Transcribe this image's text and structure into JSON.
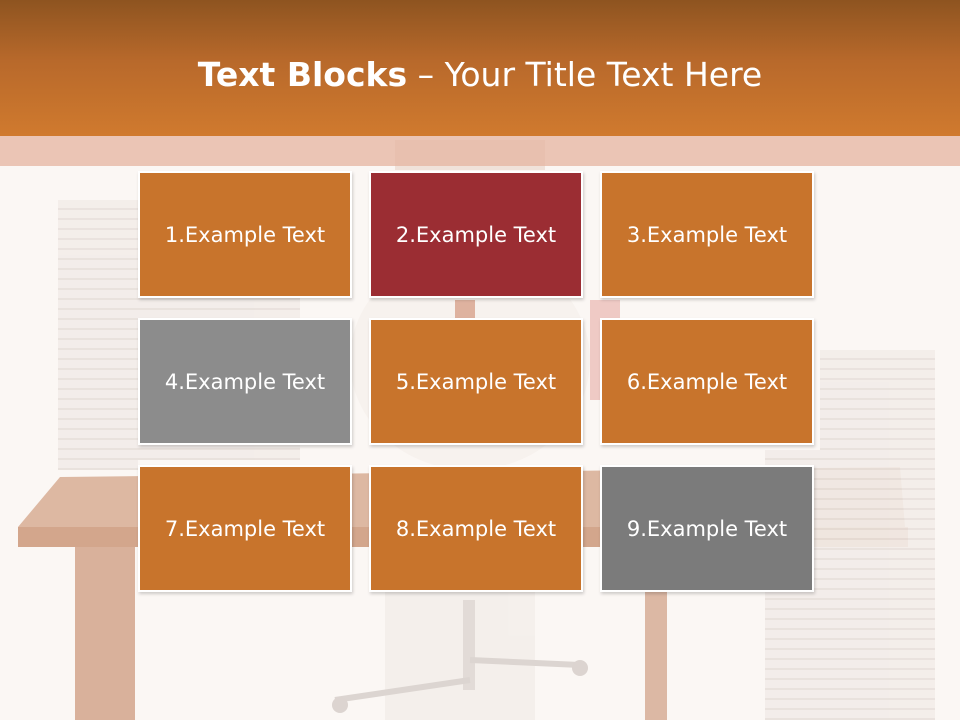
{
  "slide": {
    "title_bold": "Text Blocks",
    "title_rest": " – Your Title Text Here"
  },
  "colors": {
    "header_orange": "#c8742c",
    "block_orange": "#c8742c",
    "block_red": "#9b2d33",
    "block_gray": "#8c8c8c",
    "block_dark_gray": "#7b7b7b"
  },
  "blocks": [
    {
      "text": "1.Example Text",
      "color": "#c8742c"
    },
    {
      "text": "2.Example Text",
      "color": "#9b2d33"
    },
    {
      "text": "3.Example Text",
      "color": "#c8742c"
    },
    {
      "text": "4.Example Text",
      "color": "#8c8c8c"
    },
    {
      "text": "5.Example Text",
      "color": "#c8742c"
    },
    {
      "text": "6.Example Text",
      "color": "#c8742c"
    },
    {
      "text": "7.Example Text",
      "color": "#c8742c"
    },
    {
      "text": "8.Example Text",
      "color": "#c8742c"
    },
    {
      "text": "9.Example Text",
      "color": "#7b7b7b"
    }
  ]
}
